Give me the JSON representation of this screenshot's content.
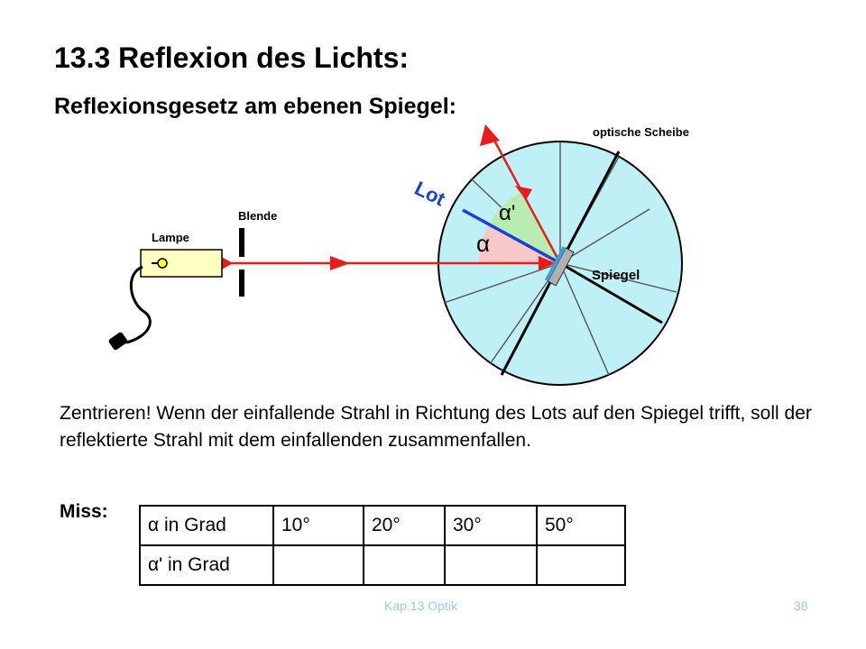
{
  "header": {
    "title": "13.3 Reflexion des Lichts:",
    "subtitle": "Reflexionsgesetz am ebenen Spiegel:"
  },
  "diagram": {
    "labels": {
      "disk": "optische Scheibe",
      "normal": "Lot",
      "alpha_prime": "α'",
      "alpha": "α",
      "lamp": "Lampe",
      "aperture": "Blende",
      "mirror": "Spiegel"
    },
    "colors": {
      "disk_fill": "#bff0f5",
      "ray": "#e81c1c",
      "normal": "#1a3fd6",
      "angle_alpha": "#f8c8c8",
      "angle_alpha_prime": "#b8ecb0",
      "lamp_fill": "#ffffc0",
      "mirror": "#b0b0b0",
      "mirror_face": "#3aa0e0"
    }
  },
  "body": {
    "paragraph": "Zentrieren! Wenn der einfallende Strahl in Richtung des Lots auf den Spiegel trifft, soll der reflektierte Strahl mit dem einfallenden zusammenfallen.",
    "miss_label": "Miss:"
  },
  "table": {
    "rows": [
      {
        "header": "α in Grad",
        "cells": [
          "10°",
          "20°",
          "30°",
          "50°"
        ]
      },
      {
        "header": "α' in Grad",
        "cells": [
          "",
          "",
          "",
          ""
        ]
      }
    ]
  },
  "footer": {
    "chapter": "Kap.13 Optik",
    "page": "38"
  }
}
